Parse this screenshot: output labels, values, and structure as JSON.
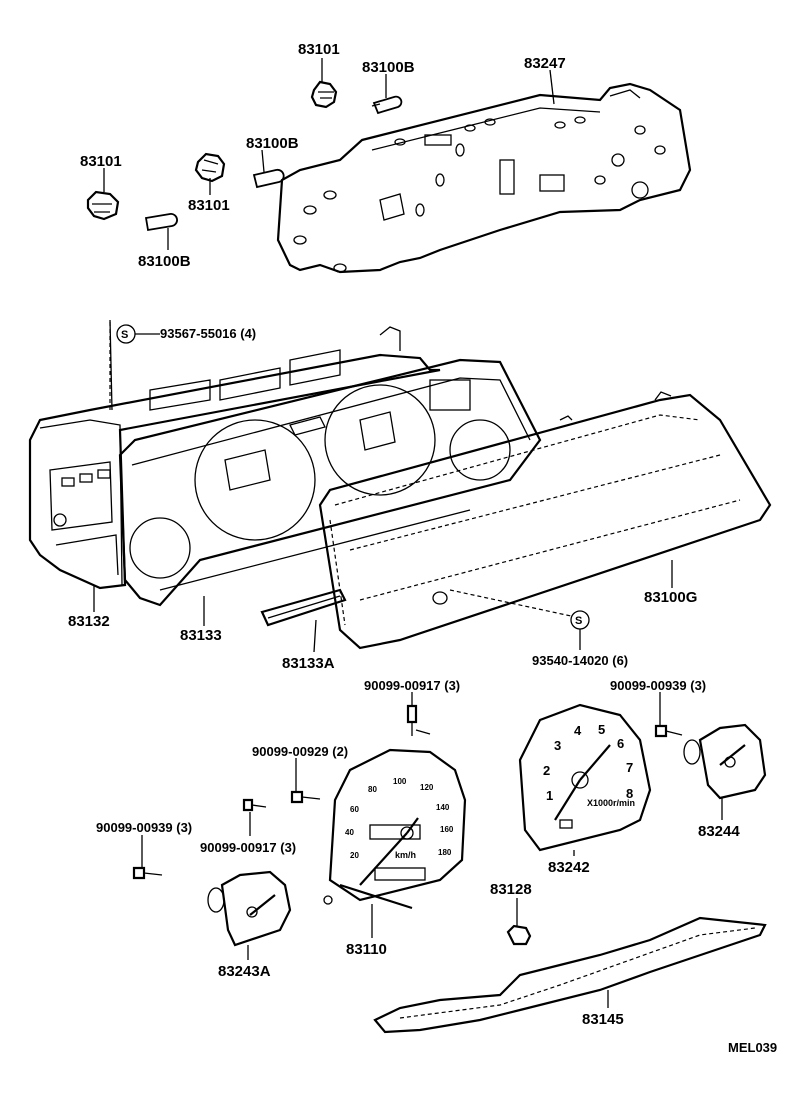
{
  "labels": {
    "p83101_top": "83101",
    "p83100B_top": "83100B",
    "p83247": "83247",
    "p83101_left": "83101",
    "p83100B_mid": "83100B",
    "p83101_mid": "83101",
    "p83100B_left": "83100B",
    "screw_93567": "93567-55016 (4)",
    "screw_symbol": "S",
    "p83132": "83132",
    "p83133": "83133",
    "p83133A": "83133A",
    "p83100G": "83100G",
    "screw_93540": "93540-14020 (6)",
    "screw_symbol2": "S",
    "b_90099_00917_top": "90099-00917 (3)",
    "b_90099_00939_right": "90099-00939 (3)",
    "b_90099_00929": "90099-00929 (2)",
    "b_90099_00939_left": "90099-00939 (3)",
    "b_90099_00917_bottom": "90099-00917 (3)",
    "p83242": "83242",
    "p83244": "83244",
    "p83128": "83128",
    "p83110": "83110",
    "p83243A": "83243A",
    "p83145": "83145",
    "diagram_code": "MEL039"
  },
  "tachometer": {
    "scale": [
      "1",
      "2",
      "3",
      "4",
      "5",
      "6",
      "7",
      "8"
    ],
    "unit": "X1000r/min"
  },
  "speedometer": {
    "scale": [
      "20",
      "40",
      "60",
      "80",
      "100",
      "120",
      "140",
      "160",
      "180"
    ],
    "unit": "km/h"
  }
}
